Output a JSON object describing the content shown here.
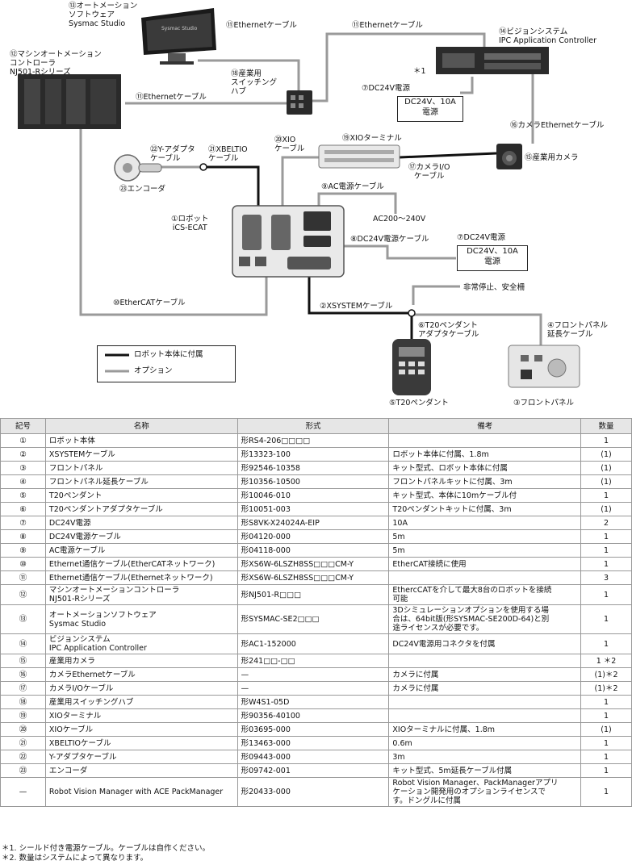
{
  "diagram": {
    "software": "⑬オートメーション\nソフトウェア\nSysmac Studio",
    "controller": "⑫マシンオートメーション\nコントローラ\nNJ501-Rシリーズ",
    "eth_cable_top": "⑪Ethernetケーブル",
    "eth_cable_top2": "⑪Ethernetケーブル",
    "eth_cable_mid": "⑪Ethernetケーブル",
    "switch_hub": "⑱産業用\nスイッチング\nハブ",
    "vision": "⑭ビジョンシステム\nIPC Application Controller",
    "note1": "＊1",
    "dc24_label_a": "⑦DC24V電源",
    "dc24_box_a": "DC24V、10A\n電源",
    "camera_eth": "⑯カメラEthernetケーブル",
    "camera": "⑮産業用カメラ",
    "xio_cable": "⑳XIO\nケーブル",
    "xio_terminal": "⑲XIOターミナル",
    "camera_io": "⑰カメラI/O\nケーブル",
    "y_adapter": "㉒Y-アダプタ\nケーブル",
    "xbeltio": "㉑XBELTIO\nケーブル",
    "encoder": "㉓エンコーダ",
    "ac_cable": "⑨AC電源ケーブル",
    "ac_voltage": "AC200～240V",
    "robot": "①ロボット\niCS-ECAT",
    "dc24_cable": "⑧DC24V電源ケーブル",
    "dc24_label_b": "⑦DC24V電源",
    "dc24_box_b": "DC24V、10A\n電源",
    "ethercat": "⑩EtherCATケーブル",
    "estop": "非常停止、安全柵",
    "xsystem": "②XSYSTEMケーブル",
    "t20_adapter": "⑥T20ペンダント\nアダプタケーブル",
    "front_ext": "④フロントパネル\n延長ケーブル",
    "t20": "⑤T20ペンダント",
    "front_panel": "③フロントパネル",
    "legend_included": "ロボット本体に付属",
    "legend_option": "オプション",
    "vision_screen": "Sysmac Studio"
  },
  "table": {
    "headers": [
      "記号",
      "名称",
      "形式",
      "備考",
      "数量"
    ],
    "rows": [
      {
        "num": "①",
        "name": "ロボット本体",
        "model": "形RS4-206□□□□",
        "note": "",
        "qty": "1"
      },
      {
        "num": "②",
        "name": "XSYSTEMケーブル",
        "model": "形13323-100",
        "note": "ロボット本体に付属、1.8m",
        "qty": "(1)"
      },
      {
        "num": "③",
        "name": "フロントパネル",
        "model": "形92546-10358",
        "note": "キット型式、ロボット本体に付属",
        "qty": "(1)"
      },
      {
        "num": "④",
        "name": "フロントパネル延長ケーブル",
        "model": "形10356-10500",
        "note": "フロントパネルキットに付属、3m",
        "qty": "(1)"
      },
      {
        "num": "⑤",
        "name": "T20ペンダント",
        "model": "形10046-010",
        "note": "キット型式、本体に10mケーブル付",
        "qty": "1"
      },
      {
        "num": "⑥",
        "name": "T20ペンダントアダプタケーブル",
        "model": "形10051-003",
        "note": "T20ペンダントキットに付属、3m",
        "qty": "(1)"
      },
      {
        "num": "⑦",
        "name": "DC24V電源",
        "model": "形S8VK-X24024A-EIP",
        "note": "10A",
        "qty": "2"
      },
      {
        "num": "⑧",
        "name": "DC24V電源ケーブル",
        "model": "形04120-000",
        "note": "5m",
        "qty": "1"
      },
      {
        "num": "⑨",
        "name": "AC電源ケーブル",
        "model": "形04118-000",
        "note": "5m",
        "qty": "1"
      },
      {
        "num": "⑩",
        "name": "Ethernet通信ケーブル(EtherCATネットワーク)",
        "model": "形XS6W-6LSZH8SS□□□CM-Y",
        "note": "EtherCAT接続に使用",
        "qty": "1"
      },
      {
        "num": "⑪",
        "name": "Ethernet通信ケーブル(Ethernetネットワーク)",
        "model": "形XS6W-6LSZH8SS□□□CM-Y",
        "note": "",
        "qty": "3"
      },
      {
        "num": "⑫",
        "name": "マシンオートメーションコントローラ\nNJ501-Rシリーズ",
        "model": "形NJ501-R□□□",
        "note": "EthercCATを介して最大8台のロボットを接続\n可能",
        "qty": "1",
        "cls": "tall"
      },
      {
        "num": "⑬",
        "name": "オートメーションソフトウェア\nSysmac Studio",
        "model": "形SYSMAC-SE2□□□",
        "note": "3Dシミュレーションオプションを使用する場\n合は、64bit版(形SYSMAC-SE200D-64)と別\n途ライセンスが必要です。",
        "qty": "1",
        "cls": "tall3"
      },
      {
        "num": "⑭",
        "name": "ビジョンシステム\nIPC Application Controller",
        "model": "形AC1-152000",
        "note": "DC24V電源用コネクタを付属",
        "qty": "1",
        "cls": "tall"
      },
      {
        "num": "⑮",
        "name": "産業用カメラ",
        "model": "形241□□-□□",
        "note": "",
        "qty": "1 ＊2"
      },
      {
        "num": "⑯",
        "name": "カメラEthernetケーブル",
        "model": "—",
        "note": "カメラに付属",
        "qty": "(1)＊2"
      },
      {
        "num": "⑰",
        "name": "カメラI/Oケーブル",
        "model": "—",
        "note": "カメラに付属",
        "qty": "(1)＊2"
      },
      {
        "num": "⑱",
        "name": "産業用スイッチングハブ",
        "model": "形W4S1-05D",
        "note": "",
        "qty": "1"
      },
      {
        "num": "⑲",
        "name": "XIOターミナル",
        "model": "形90356-40100",
        "note": "",
        "qty": "1"
      },
      {
        "num": "⑳",
        "name": "XIOケーブル",
        "model": "形03695-000",
        "note": "XIOターミナルに付属、1.8m",
        "qty": "(1)"
      },
      {
        "num": "㉑",
        "name": "XBELTIOケーブル",
        "model": "形13463-000",
        "note": "0.6m",
        "qty": "1"
      },
      {
        "num": "㉒",
        "name": "Y-アダプタケーブル",
        "model": "形09443-000",
        "note": "3m",
        "qty": "1"
      },
      {
        "num": "㉓",
        "name": "エンコーダ",
        "model": "形09742-001",
        "note": "キット型式、5m延長ケーブル付属",
        "qty": "1"
      },
      {
        "num": "—",
        "name": "Robot Vision Manager with ACE PackManager",
        "model": "形20433-000",
        "note": "Robot Vision Manager、PackManagerアプリ\nケーション開発用のオプションライセンスで\nす。ドングルに付属",
        "qty": "1",
        "cls": "tall3"
      }
    ]
  },
  "notes": [
    "＊1. シールド付き電源ケーブル。ケーブルは自作ください。",
    "＊2. 数量はシステムによって異なります。"
  ],
  "colors": {
    "included": "#111111",
    "option": "#9a9a9a"
  }
}
